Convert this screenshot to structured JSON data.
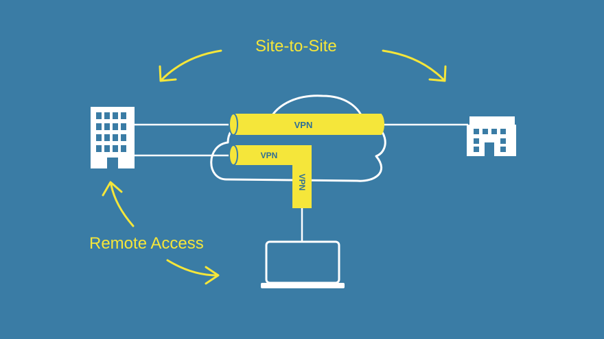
{
  "labels": {
    "site_to_site": "Site-to-Site",
    "remote_access": "Remote Access"
  },
  "tunnels": {
    "top": "VPN",
    "middle": "VPN",
    "vertical": "VPN"
  },
  "colors": {
    "background": "#3a7ca5",
    "accent_yellow": "#f5e63a",
    "line_white": "#ffffff",
    "tunnel_text": "#2f6f96"
  },
  "icons": [
    "office-building-icon-large",
    "office-building-icon-small",
    "cloud-icon",
    "laptop-icon",
    "curved-arrow-icon"
  ]
}
